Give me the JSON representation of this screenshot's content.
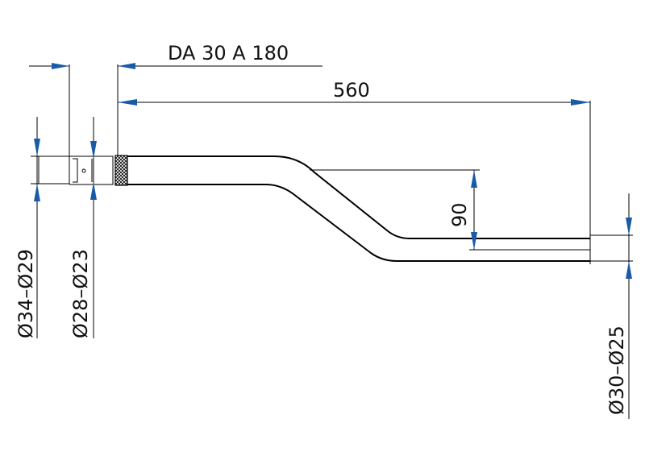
{
  "drawing": {
    "part_code": "DA 30 A 180",
    "length_dim": "560",
    "offset_dim": "90",
    "diameter_left_outer": "Ø34–Ø29",
    "diameter_left_inner": "Ø28–Ø23",
    "diameter_right": "Ø30–Ø25"
  },
  "colors": {
    "line": "#000000",
    "arrow": "#1a5ba8"
  }
}
